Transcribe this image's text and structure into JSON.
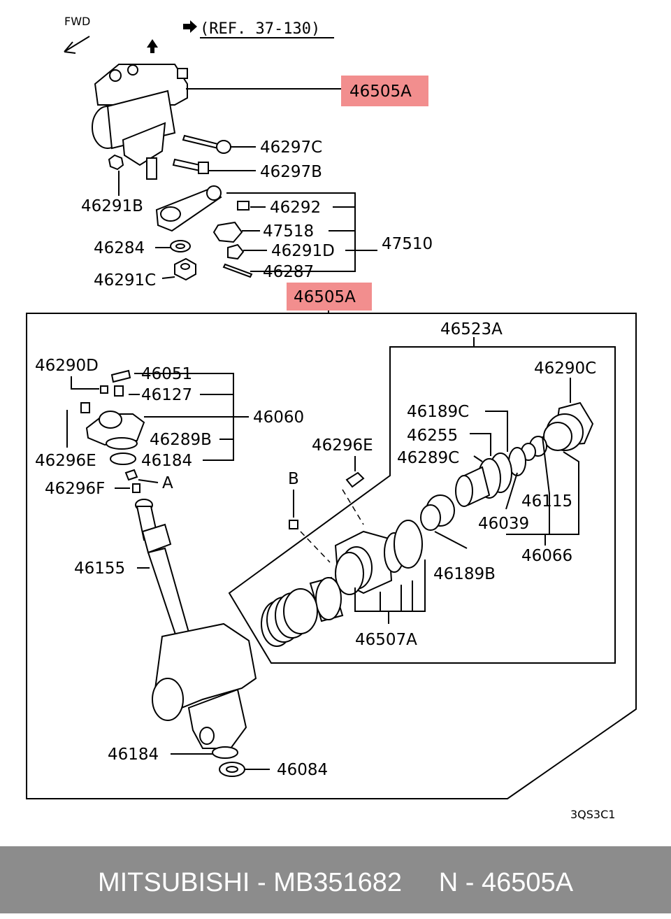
{
  "diagram": {
    "fwd_label": "FWD",
    "ref_text": "(REF. 37-130)",
    "code": "3QS3C1",
    "highlight_color": "#f28e8e",
    "labels": {
      "top_assembly": "46505A",
      "p46297C": "46297C",
      "p46297B": "46297B",
      "p46291B": "46291B",
      "p46292": "46292",
      "p47518": "47518",
      "p46291D": "46291D",
      "p47510": "47510",
      "p46284": "46284",
      "p46291C": "46291C",
      "p46287": "46287",
      "box_assembly": "46505A",
      "p46523A": "46523A",
      "p46290C": "46290C",
      "p46290D": "46290D",
      "p46051": "46051",
      "p46127": "46127",
      "p46060": "46060",
      "p46289B": "46289B",
      "p46296E_left": "46296E",
      "p46184_top": "46184",
      "p46296F": "46296F",
      "mark_A": "A",
      "p46296E_mid": "46296E",
      "mark_B": "B",
      "p46189C": "46189C",
      "p46255": "46255",
      "p46289C": "46289C",
      "p46115": "46115",
      "p46039": "46039",
      "p46066": "46066",
      "p46189B": "46189B",
      "p46155": "46155",
      "p46507A": "46507A",
      "p46184_bottom": "46184",
      "p46084": "46084"
    }
  },
  "footer": {
    "brand": "MITSUBISHI",
    "sep1": " - ",
    "part_number": "MB351682",
    "gap": "     ",
    "n_prefix": "N",
    "sep2": " - ",
    "n_number": "46505A"
  }
}
